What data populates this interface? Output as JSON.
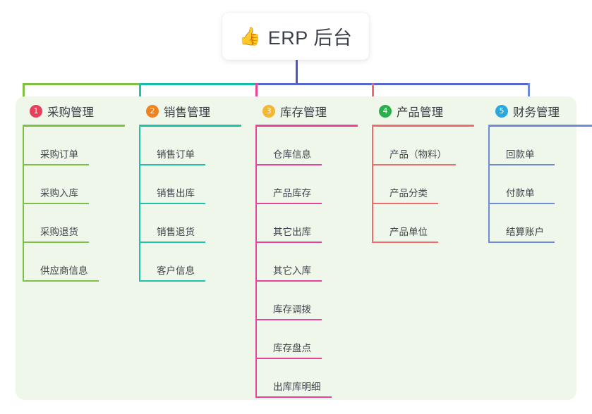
{
  "diagram": {
    "type": "mindmap",
    "root": {
      "icon": "thumbs-up-icon",
      "icon_glyph": "👍",
      "label": "ERP 后台"
    },
    "panel_color": "#eef7e9",
    "root_stem_color": "#4a57c0",
    "trunk_segments": [
      {
        "color": "#7ec142"
      },
      {
        "color": "#14bfa6"
      },
      {
        "color": "#5666cc"
      }
    ],
    "columns": [
      {
        "number": "1",
        "title": "采购管理",
        "badge_color": "#e8405c",
        "line_color": "#7ec142",
        "rule_width": 145,
        "items": [
          {
            "label": "采购订单",
            "rule_width": 92
          },
          {
            "label": "采购入库",
            "rule_width": 92
          },
          {
            "label": "采购退货",
            "rule_width": 92
          },
          {
            "label": "供应商信息",
            "rule_width": 106
          }
        ]
      },
      {
        "number": "2",
        "title": "销售管理",
        "badge_color": "#f2811d",
        "line_color": "#1fc0ac",
        "rule_width": 145,
        "items": [
          {
            "label": "销售订单",
            "rule_width": 92
          },
          {
            "label": "销售出库",
            "rule_width": 92
          },
          {
            "label": "销售退货",
            "rule_width": 92
          },
          {
            "label": "客户信息",
            "rule_width": 92
          }
        ]
      },
      {
        "number": "3",
        "title": "库存管理",
        "badge_color": "#f5b731",
        "line_color": "#e8439b",
        "rule_width": 145,
        "items": [
          {
            "label": "仓库信息",
            "rule_width": 92
          },
          {
            "label": "产品库存",
            "rule_width": 92
          },
          {
            "label": "其它出库",
            "rule_width": 92
          },
          {
            "label": "其它入库",
            "rule_width": 92
          },
          {
            "label": "库存调拨",
            "rule_width": 92
          },
          {
            "label": "库存盘点",
            "rule_width": 92
          },
          {
            "label": "出库库明细",
            "rule_width": 106
          }
        ]
      },
      {
        "number": "4",
        "title": "产品管理",
        "badge_color": "#27b04b",
        "line_color": "#f36a6a",
        "rule_width": 145,
        "items": [
          {
            "label": "产品（物料）",
            "rule_width": 117
          },
          {
            "label": "产品分类",
            "rule_width": 92
          },
          {
            "label": "产品单位",
            "rule_width": 92
          }
        ]
      },
      {
        "number": "5",
        "title": "财务管理",
        "badge_color": "#29a8e0",
        "line_color": "#6f8ad6",
        "rule_width": 152,
        "items": [
          {
            "label": "回款单",
            "rule_width": 92
          },
          {
            "label": "付款单",
            "rule_width": 92
          },
          {
            "label": "结算账户",
            "rule_width": 92
          }
        ]
      }
    ]
  }
}
